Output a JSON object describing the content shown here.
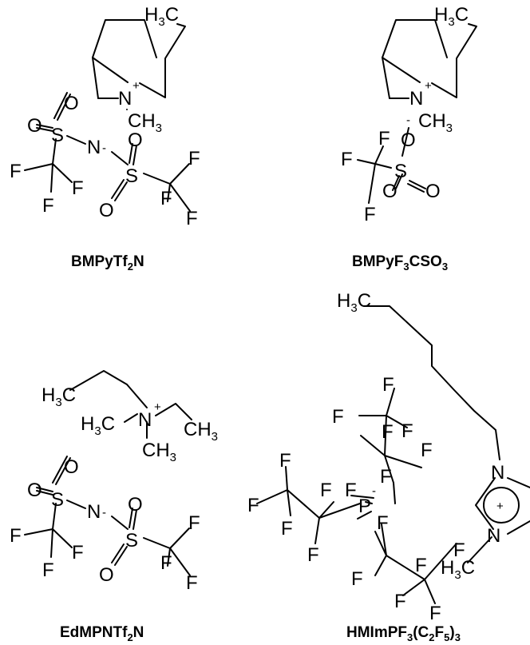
{
  "colors": {
    "ink": "#000000",
    "background": "#ffffff"
  },
  "molecules": [
    {
      "caption": {
        "main": "BMPyTf",
        "sub1": "2",
        "tail": "N"
      },
      "atoms": {
        "h3c_top": "H",
        "h3c_sub": "3",
        "h3c_c": "C",
        "n_plus": "N",
        "plus": "+",
        "ch3": "CH",
        "ch3_sub": "3",
        "o1": "O",
        "s1": "S",
        "n_minus": "N",
        "minus": "-",
        "o2": "O",
        "s2": "S",
        "o3": "O",
        "f1": "F",
        "f2": "F",
        "f3": "F",
        "f4": "F",
        "f5": "F",
        "f6": "F"
      }
    },
    {
      "caption": {
        "main": "BMPyF",
        "sub1": "3",
        "mid": "CSO",
        "sub2": "3"
      },
      "atoms": {
        "h3c_top": "H",
        "h3c_sub": "3",
        "h3c_c": "C",
        "n_plus": "N",
        "plus": "+",
        "ch3": "CH",
        "ch3_sub": "3",
        "o_minus": "O",
        "minus": "-",
        "s": "S",
        "o1": "O",
        "o2": "O",
        "f1": "F",
        "f2": "F",
        "f3": "F"
      }
    },
    {
      "caption": {
        "main": "EdMPNTf",
        "sub1": "2",
        "tail": "N"
      },
      "atoms": {
        "h3c_top": "H",
        "h3c_sub": "3",
        "h3c_c": "C",
        "h3c_left": "H",
        "h3c_left_sub": "3",
        "h3c_left_c": "C",
        "n_plus": "N",
        "plus": "+",
        "ch3_right": "CH",
        "ch3_right_sub": "3",
        "ch3_bottom": "CH",
        "ch3_bottom_sub": "3",
        "o1": "O",
        "s1": "S",
        "n_minus": "N",
        "minus": "-",
        "o2": "O",
        "s2": "S",
        "o3": "O",
        "f1": "F",
        "f2": "F",
        "f3": "F",
        "f4": "F",
        "f5": "F",
        "f6": "F"
      }
    },
    {
      "caption": {
        "main": "HMImPF",
        "sub1": "3",
        "mid": "(C",
        "sub2": "2",
        "mid2": "F",
        "sub3": "5",
        "tail": ")",
        "sub4": "3"
      },
      "atoms": {
        "h3c_top": "H",
        "h3c_sub": "3",
        "h3c_c": "C",
        "p": "P",
        "minus": "-",
        "n1": "N",
        "n2": "N",
        "plus": "+",
        "h3c_bottom": "H",
        "h3c_bottom_sub": "3",
        "h3c_bottom_c": "C",
        "f1": "F",
        "f2": "F",
        "f3": "F",
        "f4": "F",
        "f5": "F",
        "f6": "F",
        "f7": "F",
        "f8": "F",
        "f9": "F",
        "f10": "F",
        "f11": "F",
        "f12": "F",
        "f13": "F",
        "f14": "F",
        "f15": "F",
        "f16": "F",
        "f17": "F",
        "f18": "F"
      }
    }
  ]
}
